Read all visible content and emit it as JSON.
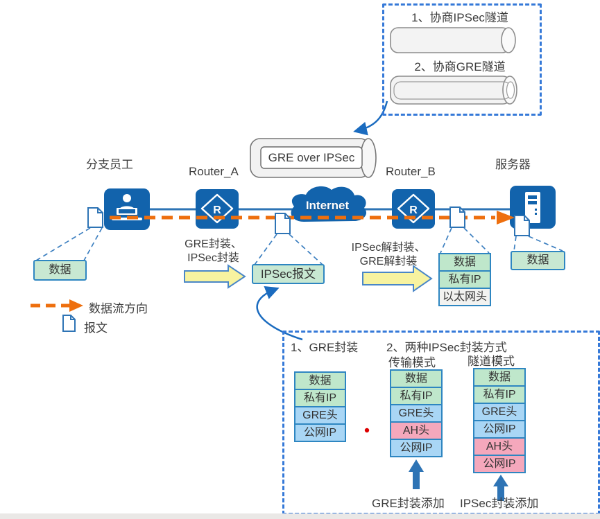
{
  "colors": {
    "icon_blue": "#1263ac",
    "link_blue": "#2e74b5",
    "dash_border_blue": "#3579d8",
    "projection_blue": "#3c7fc0",
    "orange": "#ee6f0e",
    "yellow_fill": "#f7f3a0",
    "row_green": "#bfe7cb",
    "row_blue": "#a9d6f5",
    "row_pink": "#f5a8bc",
    "row_border": "#2e86c1"
  },
  "top_box": {
    "step1": "1、协商IPSec隧道",
    "step2": "2、协商GRE隧道"
  },
  "tunnel": {
    "label": "GRE over IPSec"
  },
  "nodes": {
    "employee": "分支员工",
    "router_a": "Router_A",
    "router_b": "Router_B",
    "server": "服务器",
    "internet": "Internet",
    "router_letter": "R"
  },
  "annotations": {
    "encap_line1": "GRE封装、",
    "encap_line2": "IPSec封装",
    "decap_line1": "IPSec解封装、",
    "decap_line2": "GRE解封装"
  },
  "legend": {
    "flow": "数据流方向",
    "packet": "报文"
  },
  "packets": {
    "data_left": "数据",
    "ipsec_packet": "IPSec报文",
    "stack_decap": [
      {
        "label": "数据",
        "type": "green"
      },
      {
        "label": "私有IP",
        "type": "green"
      },
      {
        "label": "以太网头",
        "type": "gray"
      }
    ],
    "data_right": "数据"
  },
  "bottom_box": {
    "title1": "1、GRE封装",
    "title2": "2、两种IPSec封装方式",
    "mode_transport": "传输模式",
    "mode_tunnel": "隧道模式",
    "stack_gre": [
      {
        "label": "数据",
        "type": "green"
      },
      {
        "label": "私有IP",
        "type": "green"
      },
      {
        "label": "GRE头",
        "type": "blue"
      },
      {
        "label": "公网IP",
        "type": "blue"
      }
    ],
    "stack_transport": [
      {
        "label": "数据",
        "type": "green"
      },
      {
        "label": "私有IP",
        "type": "green"
      },
      {
        "label": "GRE头",
        "type": "blue"
      },
      {
        "label": "AH头",
        "type": "pink"
      },
      {
        "label": "公网IP",
        "type": "blue"
      }
    ],
    "stack_tunnel": [
      {
        "label": "数据",
        "type": "green"
      },
      {
        "label": "私有IP",
        "type": "green"
      },
      {
        "label": "GRE头",
        "type": "blue"
      },
      {
        "label": "公网IP",
        "type": "blue"
      },
      {
        "label": "AH头",
        "type": "pink"
      },
      {
        "label": "公网IP",
        "type": "pink"
      }
    ],
    "note_gre": "GRE封装添加",
    "note_ipsec": "IPSec封装添加"
  }
}
